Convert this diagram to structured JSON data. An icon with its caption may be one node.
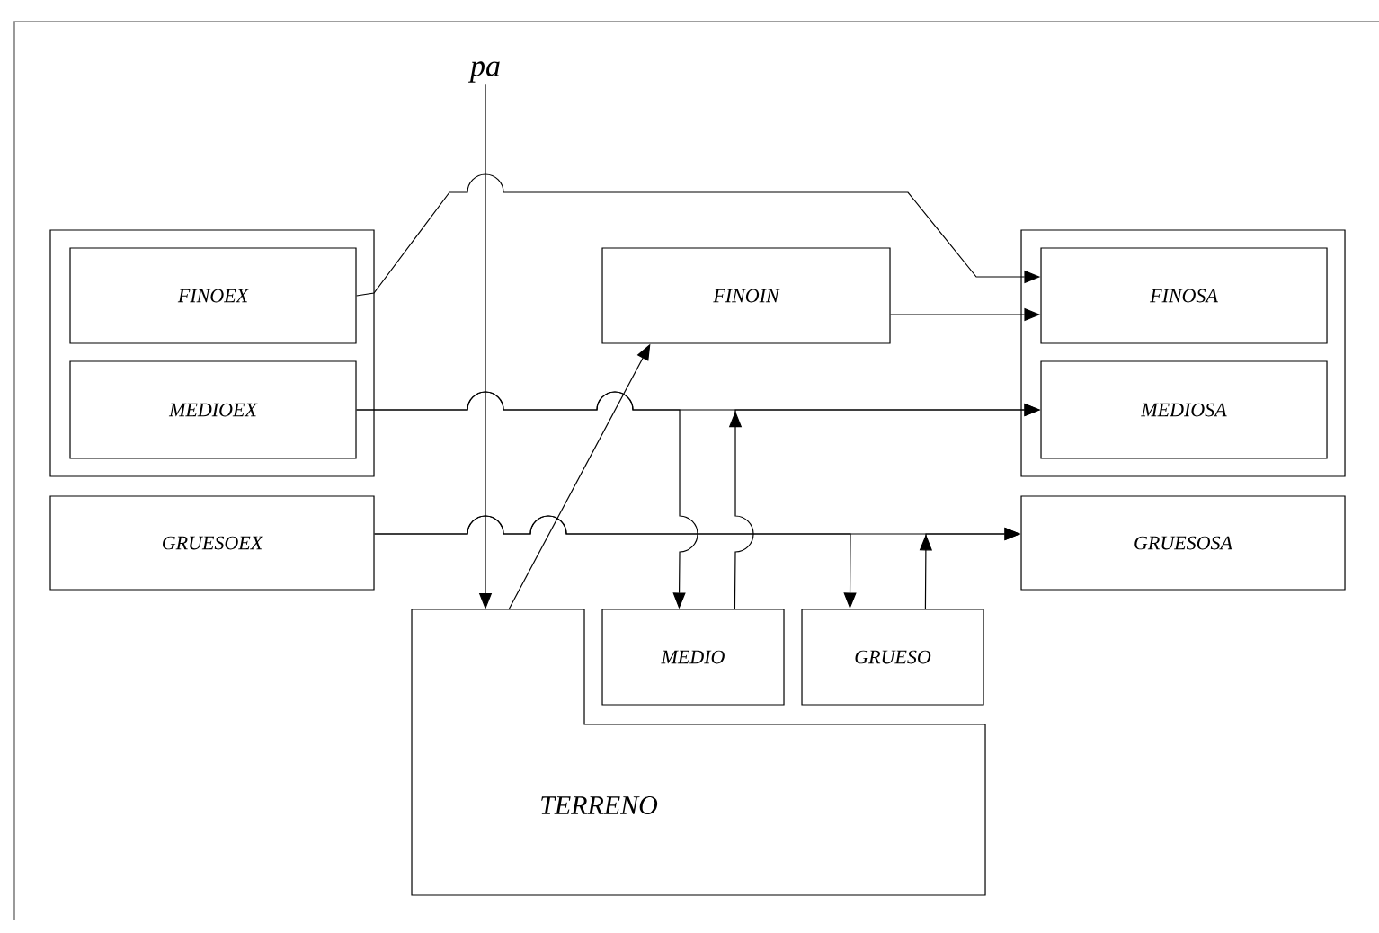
{
  "diagram": {
    "nodes": [
      {
        "text": [],
        "shape": "box"
      },
      {
        "text": [
          "FINOEX"
        ],
        "in": 0
      },
      {
        "text": [
          "MEDIOEX"
        ],
        "in": 0
      },
      {
        "text": [
          "GRUESOEX"
        ]
      },
      {
        "text": [
          "pa"
        ]
      },
      {
        "text": [
          "FINOIN"
        ]
      },
      {
        "text": [],
        "shape": "box"
      },
      {
        "text": [
          "FINOSA"
        ],
        "in": 6
      },
      {
        "text": [
          "MEDIOSA"
        ],
        "in": 6
      },
      {
        "text": [
          "GRUESOSA"
        ]
      },
      {
        "text": [
          "MEDIO"
        ]
      },
      {
        "text": [
          "GRUESO"
        ]
      },
      {
        "text": [
          "TERRENO"
        ]
      }
    ],
    "edges": [
      {
        "from": 1,
        "to": 7,
        "arrow": "to"
      },
      {
        "from": 4,
        "to": 12,
        "arrow": "to"
      },
      {
        "from": 12,
        "to": 5,
        "arrow": "to"
      },
      {
        "from": 5,
        "to": 7,
        "arrow": "to"
      },
      {
        "from": 2,
        "to": 8,
        "arrow": "to"
      },
      {
        "from": 2,
        "to": 10,
        "arrow": "to"
      },
      {
        "from": 10,
        "to": 8,
        "arrow": "to"
      },
      {
        "from": 3,
        "to": 9,
        "arrow": "to"
      },
      {
        "from": 3,
        "to": 11,
        "arrow": "to"
      },
      {
        "from": 11,
        "to": 9,
        "arrow": "to"
      }
    ]
  }
}
